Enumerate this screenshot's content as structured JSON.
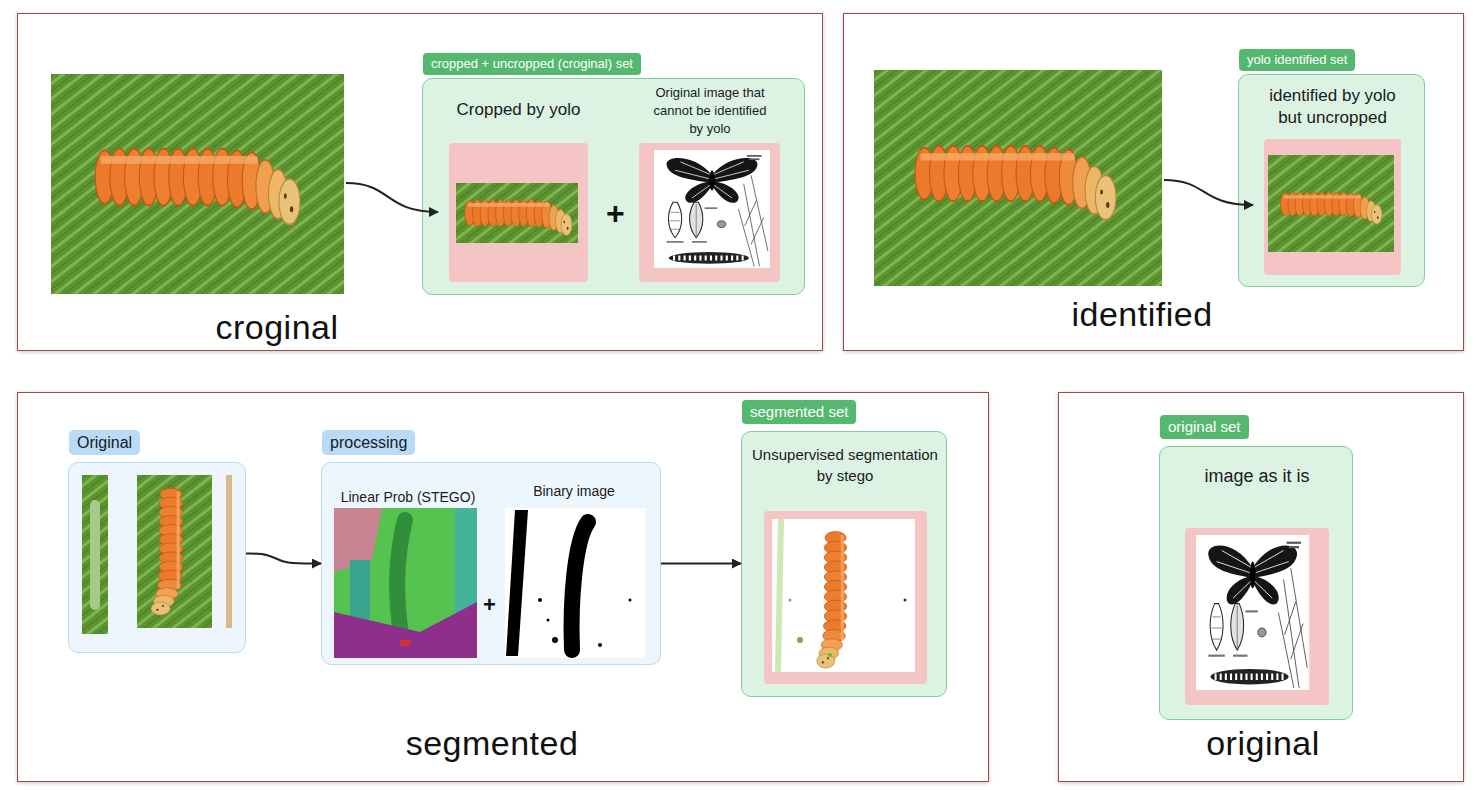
{
  "diagram": {
    "nodes": [
      {
        "text": [
          "croginal"
        ]
      },
      {
        "text": [
          "cropped + uncropped (croginal) set"
        ],
        "in": 0
      },
      {
        "text": [
          "Cropped by yolo"
        ],
        "in": 1
      },
      {
        "text": [
          "Original image that cannot be identified by yolo"
        ],
        "in": 1
      },
      {
        "text": [
          "identified"
        ]
      },
      {
        "text": [
          "yolo identified set"
        ],
        "in": 4
      },
      {
        "text": [
          "identified by yolo but uncropped"
        ],
        "in": 5
      },
      {
        "text": [
          "segmented"
        ]
      },
      {
        "text": [
          "Original"
        ],
        "in": 7
      },
      {
        "text": [
          "processing",
          "Linear Prob (STEGO)",
          "Binary image"
        ],
        "in": 7
      },
      {
        "text": [
          "segmented set"
        ],
        "in": 7
      },
      {
        "text": [
          "Unsupervised segmentation by stego"
        ],
        "in": 10
      },
      {
        "text": [
          "original"
        ]
      },
      {
        "text": [
          "original set"
        ],
        "in": 12
      },
      {
        "text": [
          "image as it is"
        ],
        "in": 13
      }
    ],
    "edges": [
      {
        "from": 8,
        "to": 9,
        "arrow": "to"
      },
      {
        "from": 9,
        "to": 10,
        "arrow": "to"
      }
    ],
    "labels": [
      "+",
      "+"
    ]
  }
}
